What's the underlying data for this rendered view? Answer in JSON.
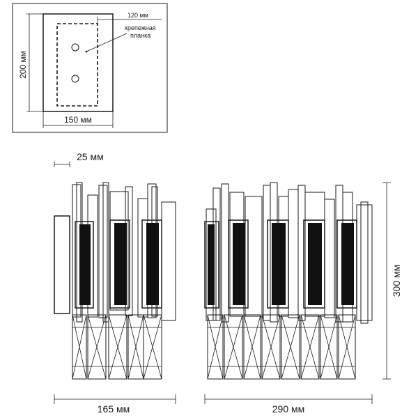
{
  "mount_plan": {
    "height_label": "200 мм",
    "width_label": "150 мм",
    "bracket_width_label": "120 мм",
    "bracket_caption_line1": "крепежная",
    "bracket_caption_line2": "планка"
  },
  "side_view": {
    "offset_label": "25 мм",
    "depth_label": "165 мм"
  },
  "front_view": {
    "width_label": "290 мм",
    "height_label": "300 мм"
  }
}
